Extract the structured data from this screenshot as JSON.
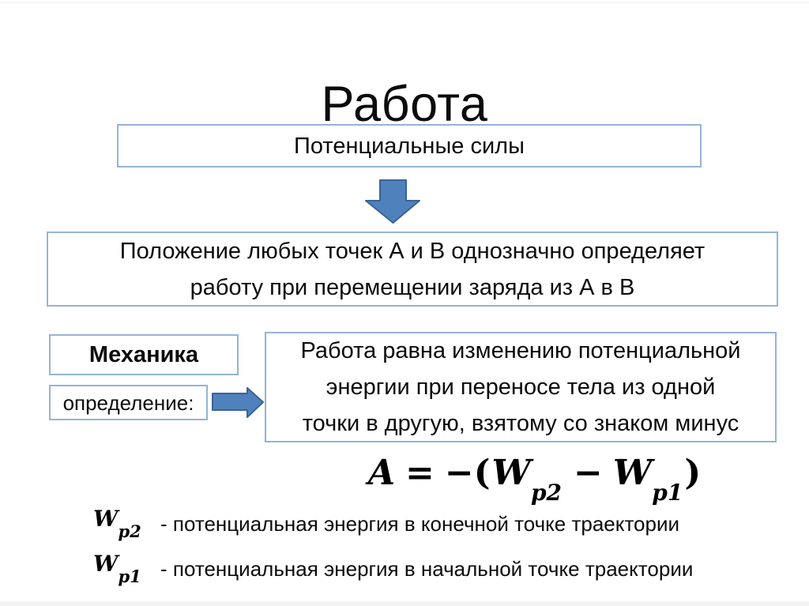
{
  "slide": {
    "title": "Работа",
    "boxes": {
      "potential_forces": "Потенциальные силы",
      "statement": "Положение любых точек А и В однозначно определяет\nработу при перемещении заряда из А в В",
      "mechanics": "Механика",
      "definition_label": "определение:",
      "definition_text": "Работа равна изменению потенциальной\nэнергии при переносе тела из одной\nточки в другую, взятому со знаком минус"
    },
    "formula": {
      "lhs": "A",
      "equals": "=",
      "open": "−(",
      "w1": "W",
      "sub1": "p2",
      "minus": "−",
      "w2": "W",
      "sub2": "p1",
      "close": ")"
    },
    "legend": [
      {
        "symbol": "W",
        "subscript": "p2",
        "text": "- потенциальная энергия в конечной точке траектории"
      },
      {
        "symbol": "W",
        "subscript": "p1",
        "text": "- потенциальная энергия в начальной точке траектории"
      }
    ],
    "icons": {
      "down_arrow": "down-arrow-icon",
      "right_arrow": "right-arrow-icon"
    },
    "colors": {
      "box_border": "#95b3d7",
      "arrow_fill": "#4f81bd",
      "arrow_stroke": "#3a6394",
      "text": "#0b0b0b",
      "background": "#ffffff"
    }
  }
}
